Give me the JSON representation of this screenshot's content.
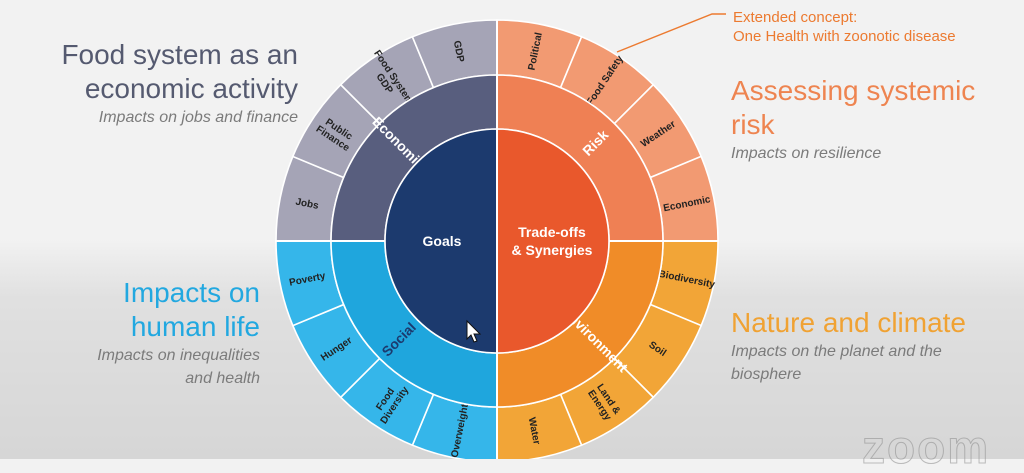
{
  "quadrants": {
    "top_left": {
      "title_line1": "Food system as an",
      "title_line2": "economic activity",
      "subtitle": "Impacts on jobs and finance"
    },
    "top_right": {
      "title": "Assessing systemic risk",
      "subtitle": "Impacts on resilience"
    },
    "bottom_left": {
      "title_line1": "Impacts on",
      "title_line2": "human life",
      "subtitle_line1": "Impacts on inequalities",
      "subtitle_line2": "and health"
    },
    "bottom_right": {
      "title": "Nature and climate",
      "subtitle_line1": "Impacts on the planet and the",
      "subtitle_line2": "biosphere"
    }
  },
  "callout": {
    "line1": "Extended concept:",
    "line2": "One Health with zoonotic disease"
  },
  "wheel": {
    "center": {
      "left": "Goals",
      "right_line1": "Trade-offs",
      "right_line2": "& Synergies"
    },
    "middle_ring": {
      "economic": "Economic",
      "risk": "Risk",
      "social": "Social",
      "environment": "Environment"
    },
    "outer_ring": {
      "economic": [
        [
          "Jobs"
        ],
        [
          "Public",
          "Finance"
        ],
        [
          "Food System",
          "GDP"
        ],
        [
          "GDP"
        ]
      ],
      "risk": [
        [
          "Political"
        ],
        [
          "Food Safety"
        ],
        [
          "Weather"
        ],
        [
          "Economic"
        ]
      ],
      "environment": [
        [
          "Biodiversity"
        ],
        [
          "Soil"
        ],
        [
          "Land &",
          "Energy"
        ],
        [
          "Water"
        ]
      ],
      "social": [
        [
          "Overweight"
        ],
        [
          "Food",
          "Diversity"
        ],
        [
          "Hunger"
        ],
        [
          "Poverty"
        ]
      ]
    }
  },
  "colors": {
    "economic_outer": "#a5a4b6",
    "economic_mid": "#585e7e",
    "risk_outer": "#f29a72",
    "risk_mid": "#ef8054",
    "social_outer": "#35b6ea",
    "social_mid": "#1fa6dd",
    "environment_outer": "#f2a537",
    "environment_mid": "#f08c28",
    "center_left": "#1c3a6e",
    "center_right": "#e9582c"
  },
  "watermark": "zoom"
}
